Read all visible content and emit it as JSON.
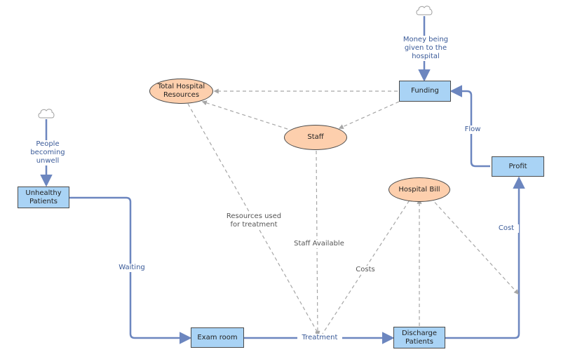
{
  "nodes": {
    "unhealthy_patients": "Unhealthy\nPatients",
    "exam_room": "Exam room",
    "discharge_patients": "Discharge\nPatients",
    "profit": "Profit",
    "funding": "Funding",
    "total_hospital_resources": "Total Hospital\nResources",
    "staff": "Staff",
    "hospital_bill": "Hospital Bill"
  },
  "labels": {
    "people_becoming_unwell": "People\nbecoming\nunwell",
    "money_given": "Money being\ngiven to the\nhospital",
    "waiting": "Waiting",
    "treatment": "Treatment",
    "flow": "Flow",
    "cost": "Cost",
    "costs": "Costs",
    "resources_used": "Resources used\nfor treatment",
    "staff_available": "Staff Available"
  },
  "colors": {
    "stock_fill": "#a9d3f5",
    "variable_fill": "#fdcfad",
    "flow_line": "#6c86bf",
    "dashed_line": "#a6a6a6"
  }
}
